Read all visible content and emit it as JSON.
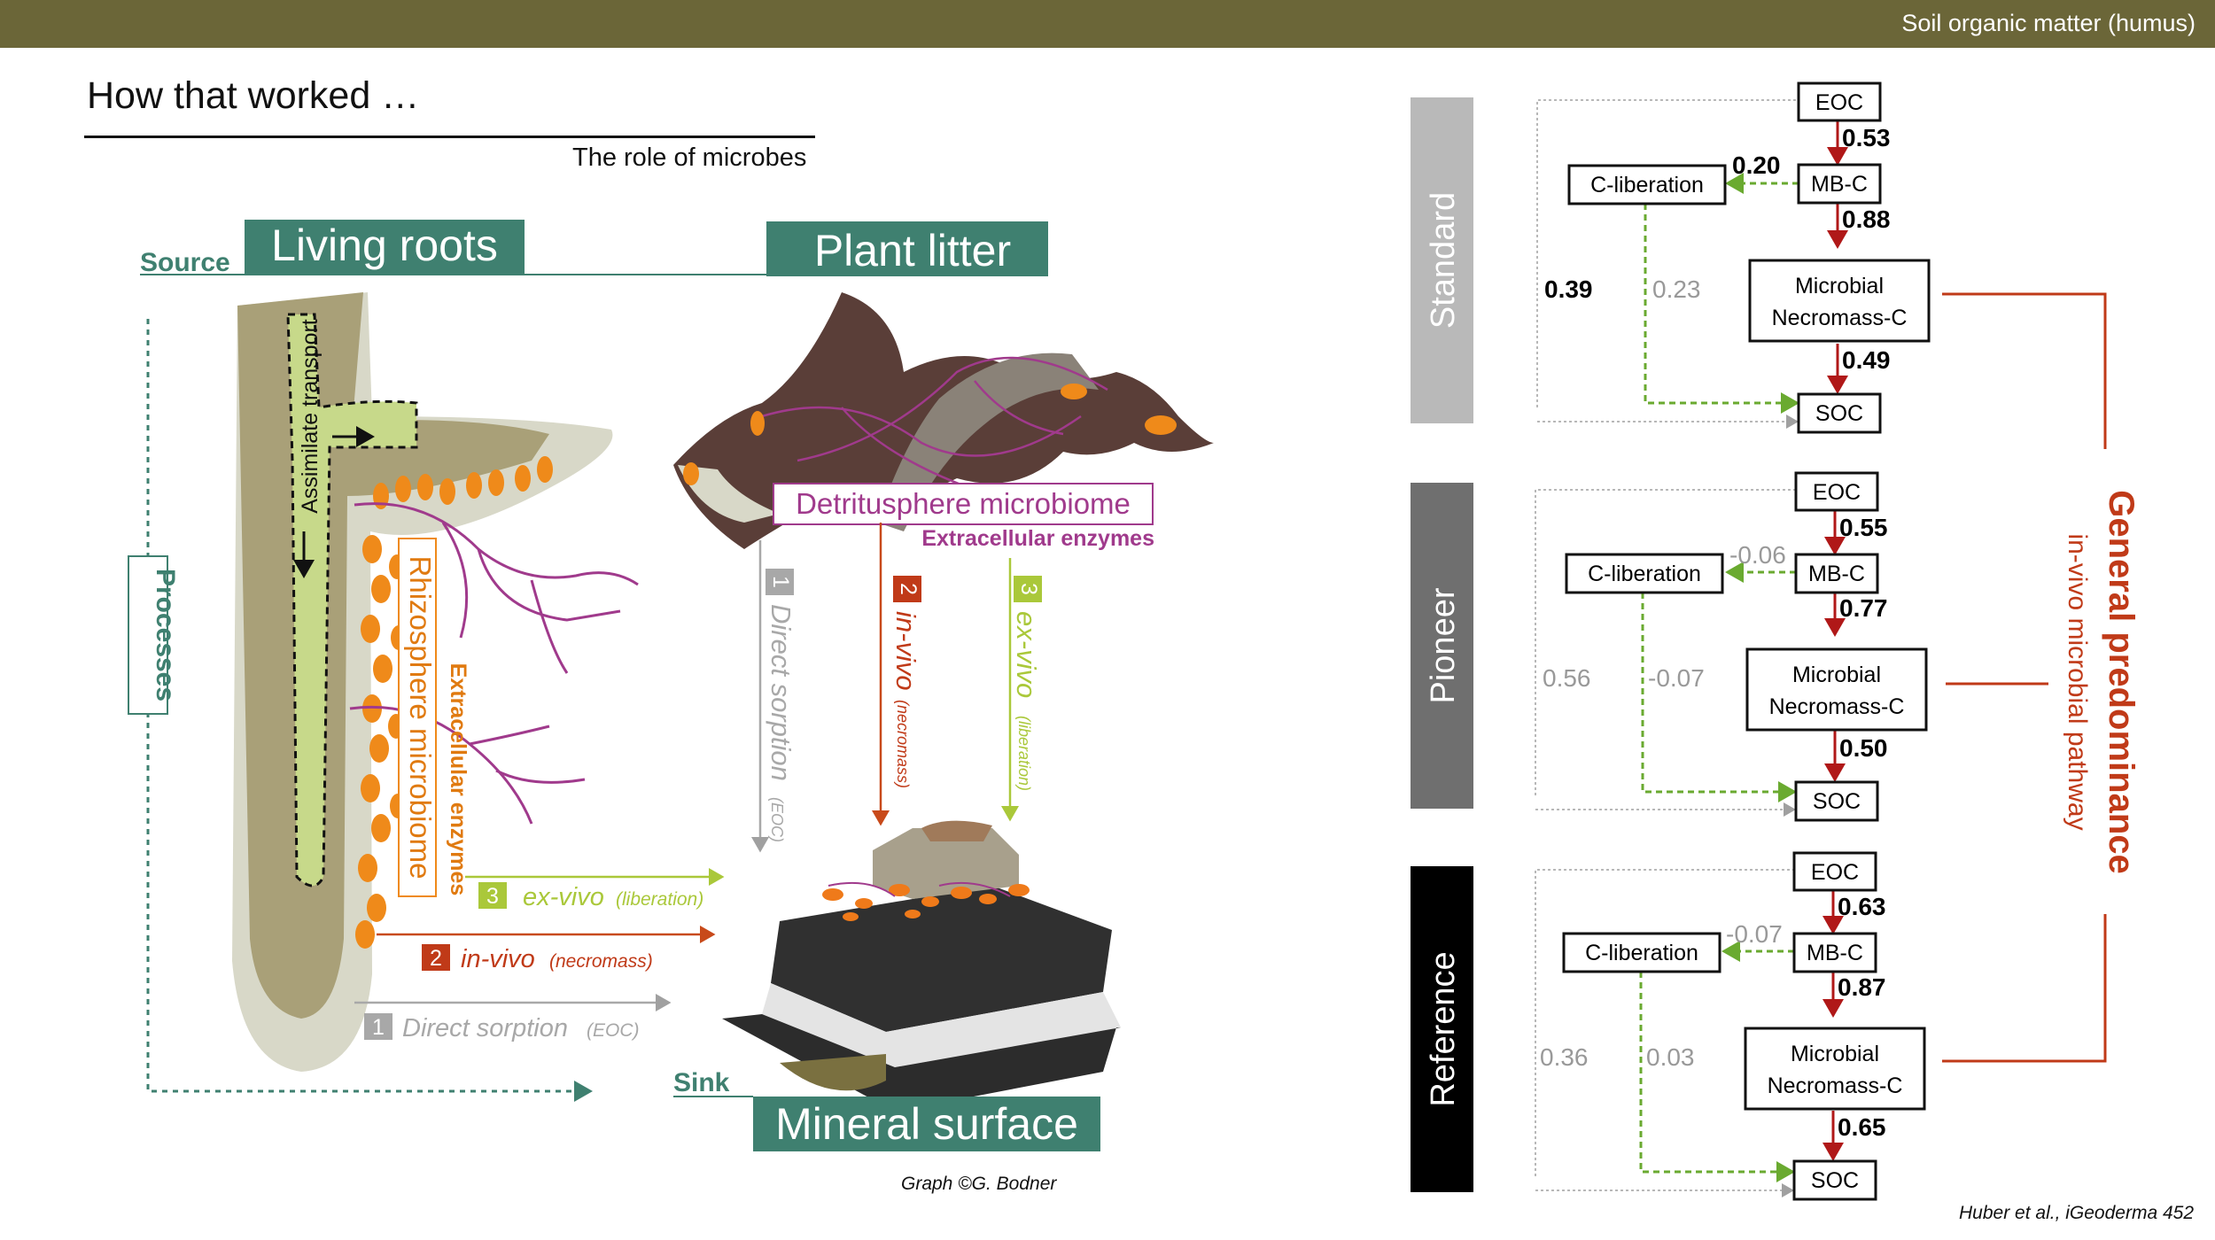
{
  "header": {
    "title": "Soil organic matter (humus)"
  },
  "slide": {
    "heading": "How that worked …",
    "subheading": "The role of microbes"
  },
  "illustration": {
    "source_label": "Source",
    "living_roots": "Living roots",
    "plant_litter": "Plant litter",
    "sink_label": "Sink",
    "mineral_surface": "Mineral surface",
    "processes": "Processes",
    "assimilate_transport": "Assimilate transport",
    "rhizosphere": "Rhizosphere microbiome",
    "extracellular_root": "Extracellular enzymes",
    "detritusphere": "Detritusphere microbiome",
    "extracellular_litter": "Extracellular enzymes",
    "pathways": {
      "p1": {
        "num": "1",
        "name": "Direct sorption",
        "note": "(EOC)"
      },
      "p2": {
        "num": "2",
        "name": "in-vivo",
        "note": "(necromass)"
      },
      "p3": {
        "num": "3",
        "name": "ex-vivo",
        "note": "(liberation)"
      }
    },
    "credit": "Graph ©G. Bodner",
    "colors": {
      "teal": "#3f8070",
      "orange": "#e07a10",
      "red": "#c03a18",
      "lime": "#aac83a",
      "grey": "#a8a8a8",
      "purple": "#a03a8c"
    }
  },
  "panels": {
    "standard": {
      "label": "Standard",
      "eoc_mbc": "0.53",
      "mbc_lib": "0.20",
      "mbc_nec": "0.88",
      "nec_soc": "0.49",
      "direct": "0.39",
      "lib_soc": "0.23",
      "color": "#b9b9b9"
    },
    "pioneer": {
      "label": "Pioneer",
      "eoc_mbc": "0.55",
      "mbc_lib": "-0.06",
      "mbc_nec": "0.77",
      "nec_soc": "0.50",
      "direct": "0.56",
      "lib_soc": "-0.07",
      "color": "#6f6f6f"
    },
    "reference": {
      "label": "Reference",
      "eoc_mbc": "0.63",
      "mbc_lib": "-0.07",
      "mbc_nec": "0.87",
      "nec_soc": "0.65",
      "direct": "0.36",
      "lib_soc": "0.03",
      "color": "#000000"
    }
  },
  "nodes": {
    "eoc": "EOC",
    "mbc": "MB-C",
    "lib": "C-liberation",
    "nec1": "Microbial",
    "nec2": "Necromass-C",
    "soc": "SOC"
  },
  "conclusion": {
    "main": "General predominance",
    "sub": "in-vivo microbial pathway",
    "color": "#c03a18"
  },
  "citation": "Huber et al., iGeoderma 452"
}
